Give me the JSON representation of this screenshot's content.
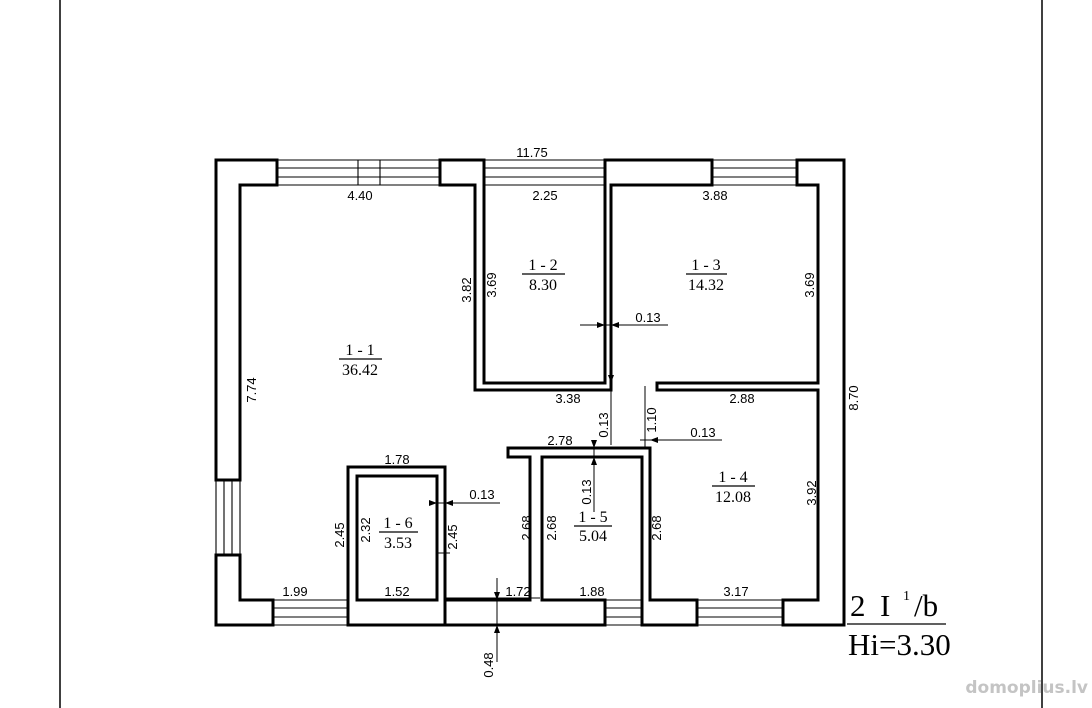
{
  "colors": {
    "line": "#000000",
    "background": "#ffffff",
    "watermark": "#c4c4c4"
  },
  "rooms": [
    {
      "number": "1 - 1",
      "area": "36.42"
    },
    {
      "number": "1 - 2",
      "area": "8.30"
    },
    {
      "number": "1 - 3",
      "area": "14.32"
    },
    {
      "number": "1 - 4",
      "area": "12.08"
    },
    {
      "number": "1 - 5",
      "area": "5.04"
    },
    {
      "number": "1 - 6",
      "area": "3.53"
    }
  ],
  "dimensions": {
    "horizontal": [
      "11.75",
      "4.40",
      "2.25",
      "3.88",
      "0.13",
      "3.38",
      "2.88",
      "0.13",
      "2.78",
      "1.78",
      "0.13",
      "1.99",
      "1.52",
      "1.72",
      "1.88",
      "3.17"
    ],
    "vertical": [
      "3.82",
      "3.69",
      "3.69",
      "7.74",
      "8.70",
      "0.13",
      "1.10",
      "0.13",
      "3.92",
      "2.45",
      "2.32",
      "2.45",
      "2.68",
      "2.68",
      "2.68",
      "0.48"
    ]
  },
  "stamp": {
    "floor_number": "2",
    "floor_roman": "I",
    "superscript": "1",
    "suffix": "/b",
    "height_label": "Hi=3.30"
  },
  "watermark": "domoplius.lv"
}
